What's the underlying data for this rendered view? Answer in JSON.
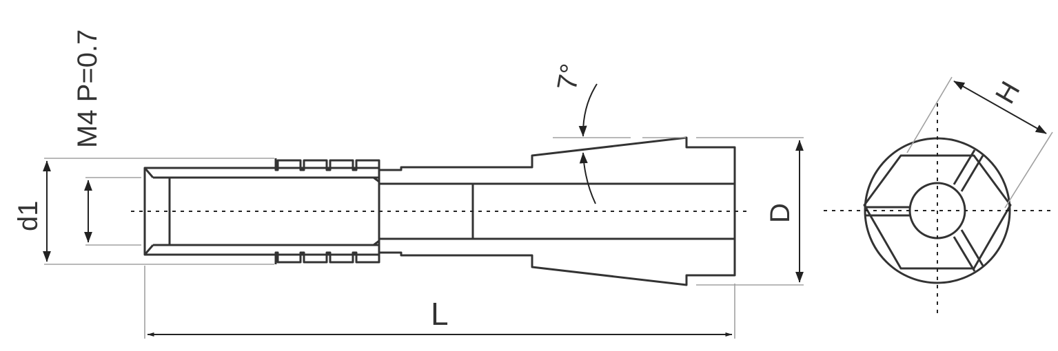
{
  "labels": {
    "thread": "M4 P=0.7",
    "d1": "d1",
    "angle": "7°",
    "D": "D",
    "L": "L",
    "H": "H"
  },
  "colors": {
    "outline": "#333333",
    "extension": "#a0a0a0",
    "centerline": "#222222"
  }
}
